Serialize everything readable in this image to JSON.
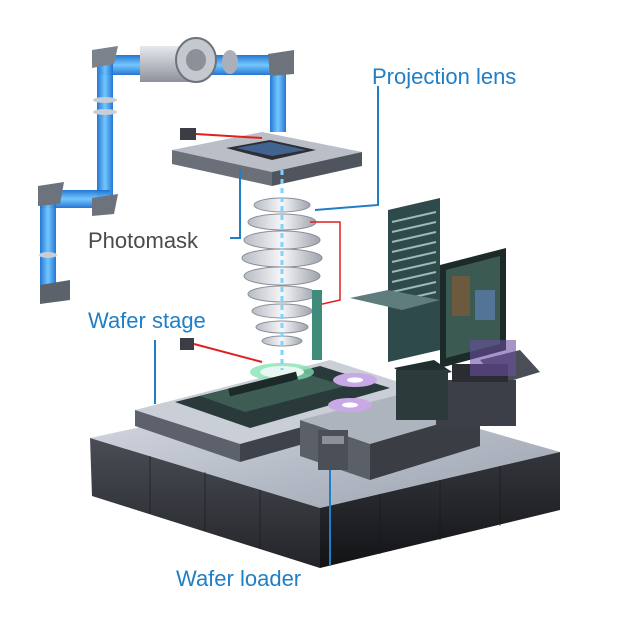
{
  "labels": {
    "projection_lens": "Projection lens",
    "photomask": "Photomask",
    "wafer_stage": "Wafer stage",
    "wafer_loader": "Wafer loader"
  },
  "colors": {
    "label_blue": "#1f7fc6",
    "label_gray": "#4a4a4a",
    "light_beam": "#2f8fe0",
    "laser_red": "#e02020",
    "leader_line": "#1f7fc6"
  }
}
